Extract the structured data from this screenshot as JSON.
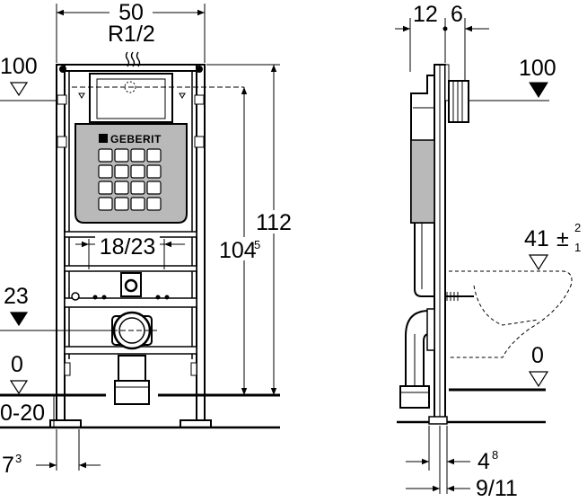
{
  "front_view": {
    "width_dim": "50",
    "thread_label": "R1/2",
    "height_dim": "112",
    "flush_dim": "104",
    "flush_dim_sup": "5",
    "bolt_spacing": "18/23",
    "level_top": "100",
    "level_23": "23",
    "level_0": "0",
    "level_range": "0-20",
    "foot_dim": "7",
    "foot_dim_sup": "3",
    "brand": "GEBERIT"
  },
  "side_view": {
    "dim_12": "12",
    "dim_6": "6",
    "level_top": "100",
    "level_41": "41",
    "tol_plus": "2",
    "tol_minus": "1",
    "level_0": "0",
    "dim_48": "4",
    "dim_48_sup": "8",
    "dim_911": "9/11"
  },
  "colors": {
    "line": "#000000",
    "panel": "#b9b9b9",
    "button": "#ffffff"
  }
}
